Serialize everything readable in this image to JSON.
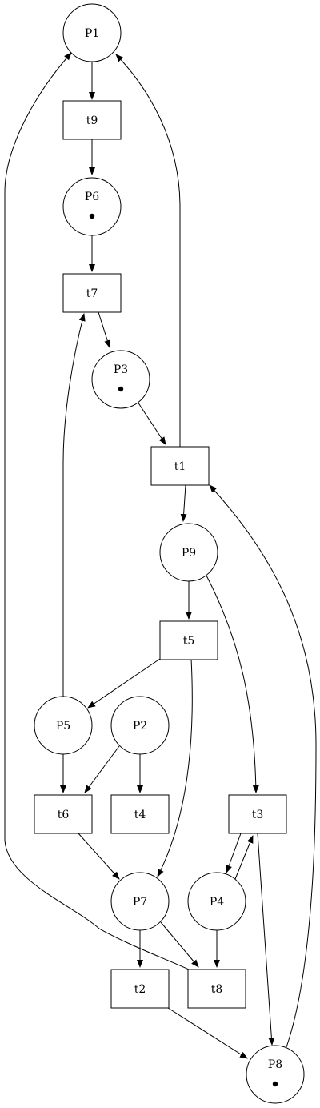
{
  "places": [
    {
      "id": "P1",
      "label": "P1",
      "tokens": 0
    },
    {
      "id": "P6",
      "label": "P6",
      "tokens": 1
    },
    {
      "id": "P3",
      "label": "P3",
      "tokens": 1
    },
    {
      "id": "P9",
      "label": "P9",
      "tokens": 0
    },
    {
      "id": "P5",
      "label": "P5",
      "tokens": 0
    },
    {
      "id": "P2",
      "label": "P2",
      "tokens": 0
    },
    {
      "id": "P7",
      "label": "P7",
      "tokens": 0
    },
    {
      "id": "P4",
      "label": "P4",
      "tokens": 0
    },
    {
      "id": "P8",
      "label": "P8",
      "tokens": 1
    }
  ],
  "transitions": [
    {
      "id": "t9",
      "label": "t9"
    },
    {
      "id": "t7",
      "label": "t7"
    },
    {
      "id": "t1",
      "label": "t1"
    },
    {
      "id": "t5",
      "label": "t5"
    },
    {
      "id": "t6",
      "label": "t6"
    },
    {
      "id": "t4",
      "label": "t4"
    },
    {
      "id": "t3",
      "label": "t3"
    },
    {
      "id": "t2",
      "label": "t2"
    },
    {
      "id": "t8",
      "label": "t8"
    }
  ],
  "arcs": [
    {
      "from": "P1",
      "to": "t9"
    },
    {
      "from": "t9",
      "to": "P6"
    },
    {
      "from": "P6",
      "to": "t7"
    },
    {
      "from": "t7",
      "to": "P3"
    },
    {
      "from": "P3",
      "to": "t1"
    },
    {
      "from": "t1",
      "to": "P1"
    },
    {
      "from": "t1",
      "to": "P9"
    },
    {
      "from": "P9",
      "to": "t5"
    },
    {
      "from": "P9",
      "to": "t3"
    },
    {
      "from": "t5",
      "to": "P5"
    },
    {
      "from": "t5",
      "to": "P7"
    },
    {
      "from": "P5",
      "to": "t7"
    },
    {
      "from": "P5",
      "to": "t6"
    },
    {
      "from": "P2",
      "to": "t6"
    },
    {
      "from": "P2",
      "to": "t4"
    },
    {
      "from": "t6",
      "to": "P7"
    },
    {
      "from": "t3",
      "to": "P4"
    },
    {
      "from": "P4",
      "to": "t3"
    },
    {
      "from": "t3",
      "to": "P8"
    },
    {
      "from": "P4",
      "to": "t8"
    },
    {
      "from": "P7",
      "to": "t2"
    },
    {
      "from": "P7",
      "to": "t8"
    },
    {
      "from": "t8",
      "to": "P1"
    },
    {
      "from": "t2",
      "to": "P8"
    },
    {
      "from": "P8",
      "to": "t1"
    }
  ]
}
